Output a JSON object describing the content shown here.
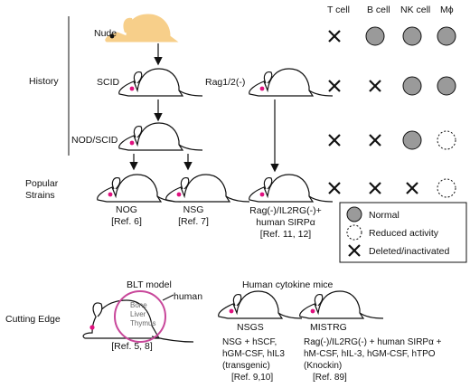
{
  "columns": [
    "T cell",
    "B cell",
    "NK cell",
    "Mϕ"
  ],
  "sections": {
    "history": "History",
    "popular_line1": "Popular",
    "popular_line2": "Strains",
    "cutting_edge": "Cutting Edge"
  },
  "strains": {
    "nude": "Nude",
    "scid": "SCID",
    "rag": "Rag1/2(-)",
    "nod_scid": "NOD/SCID",
    "nog": "NOG",
    "nog_ref": "[Ref. 6]",
    "nsg": "NSG",
    "nsg_ref": "[Ref. 7]",
    "rag_il2rg_line1": "Rag(-)/IL2RG(-)+",
    "rag_il2rg_line2": "human SIRPα",
    "rag_il2rg_ref": "[Ref. 11, 12]"
  },
  "legend": {
    "normal": "Normal",
    "reduced": "Reduced activity",
    "deleted": "Deleted/inactivated"
  },
  "status_rows": [
    [
      "deleted",
      "normal",
      "normal",
      "normal"
    ],
    [
      "deleted",
      "deleted",
      "normal",
      "normal"
    ],
    [
      "deleted",
      "deleted",
      "normal",
      "reduced"
    ],
    [
      "deleted",
      "deleted",
      "deleted",
      "reduced"
    ]
  ],
  "cutting_edge": {
    "blt_title": "BLT model",
    "blt_human": "human",
    "blt_organs": [
      "Bone",
      "Liver",
      "Thymus"
    ],
    "blt_ref": "[Ref. 5, 8]",
    "cytokine_title": "Human cytokine mice",
    "nsgs": "NSGS",
    "nsgs_desc": [
      "NSG + hSCF,",
      "hGM-CSF, hIL3",
      "(transgenic)",
      "[Ref. 9,10]"
    ],
    "mistrg": "MISTRG",
    "mistrg_desc": [
      "Rag(-)/IL2RG(-) + human SIRPα +",
      "hM-CSF, hIL-3, hGM-CSF, hTPO",
      "(Knockin)",
      "[Ref. 89]"
    ]
  },
  "colors": {
    "nude_mouse": "#f7cf8a",
    "eye": "#e0117f",
    "normal_fill": "#9a9a9a",
    "graft_ring": "#c8479a"
  }
}
